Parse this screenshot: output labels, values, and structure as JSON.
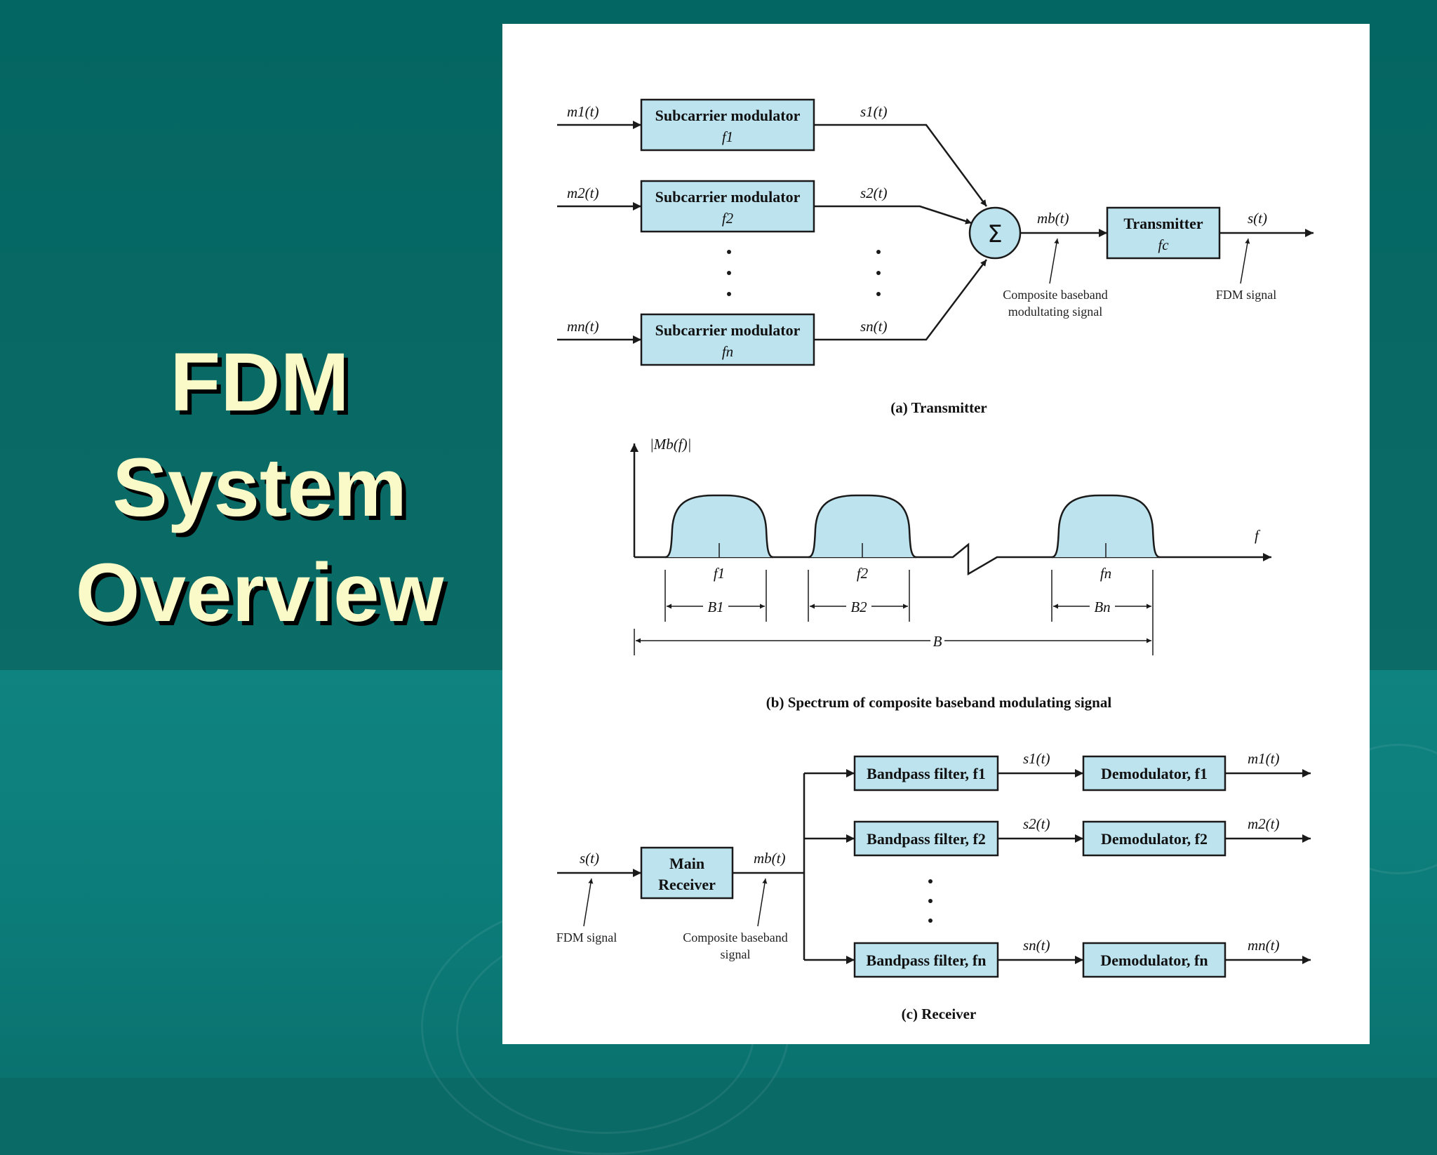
{
  "slide": {
    "title_lines": [
      "FDM",
      "System",
      "Overview"
    ]
  },
  "colors": {
    "background_dark": "#046662",
    "background_light": "#0f8380",
    "title_text": "#fafac8",
    "block_fill": "#bde3ef"
  },
  "transmitter": {
    "inputs": [
      "m1(t)",
      "m2(t)",
      "mn(t)"
    ],
    "modulator_label": "Subcarrier modulator",
    "modulator_freqs": [
      "f1",
      "f2",
      "fn"
    ],
    "subcarrier_outputs": [
      "s1(t)",
      "s2(t)",
      "sn(t)"
    ],
    "summer_symbol": "Σ",
    "sum_output": "mb(t)",
    "composite_note": [
      "Composite baseband",
      "modultating signal"
    ],
    "transmitter_label": "Transmitter",
    "carrier_freq": "fc",
    "output": "s(t)",
    "output_note": "FDM signal",
    "caption": "(a) Transmitter"
  },
  "spectrum": {
    "y_label": "|Mb(f)|",
    "x_label": "f",
    "center_freqs": [
      "f1",
      "f2",
      "fn"
    ],
    "bandwidths": [
      "B1",
      "B2",
      "Bn"
    ],
    "total_bandwidth": "B",
    "caption": "(b) Spectrum of composite baseband modulating signal"
  },
  "receiver": {
    "input": "s(t)",
    "input_note": "FDM signal",
    "main_receiver_lines": [
      "Main",
      "Receiver"
    ],
    "receiver_output": "mb(t)",
    "composite_note": [
      "Composite baseband",
      "signal"
    ],
    "filters": [
      "Bandpass filter, f1",
      "Bandpass filter, f2",
      "Bandpass filter, fn"
    ],
    "filter_outputs": [
      "s1(t)",
      "s2(t)",
      "sn(t)"
    ],
    "demodulators": [
      "Demodulator, f1",
      "Demodulator, f2",
      "Demodulator, fn"
    ],
    "outputs": [
      "m1(t)",
      "m2(t)",
      "mn(t)"
    ],
    "caption": "(c) Receiver"
  }
}
